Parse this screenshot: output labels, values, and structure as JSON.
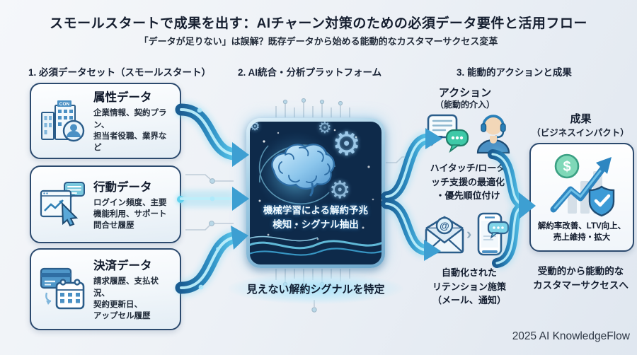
{
  "header": {
    "title": "スモールスタートで成果を出す：AIチャーン対策のための必須データ要件と活用フロー",
    "subtitle": "「データが足りない」は誤解？既存データから始める能動的なカスタマーサクセス変革"
  },
  "sections": {
    "s1": "1. 必須データセット（スモールスタート）",
    "s2": "2. AI統合・分析プラットフォーム",
    "s3": "3. 能動的アクションと成果"
  },
  "data_boxes": [
    {
      "title": "属性データ",
      "desc_lines": [
        "企業情報、契約プラン、",
        "担当者役職、業界など"
      ],
      "icon": "building-person-icon"
    },
    {
      "title": "行動データ",
      "desc_lines": [
        "ログイン頻度、主要",
        "機能利用、サポート",
        "問合せ履歴"
      ],
      "icon": "browser-cursor-chat-icon"
    },
    {
      "title": "決済データ",
      "desc_lines": [
        "請求履歴、支払状況、",
        "契約更新日、",
        "アップセル履歴"
      ],
      "icon": "creditcard-calendar-icon"
    }
  ],
  "platform": {
    "label_lines": [
      "機械学習による解約予兆",
      "検知・シグナル抽出"
    ],
    "badge": "見えない解約シグナルを特定"
  },
  "actions": {
    "title": "アクション",
    "subtitle": "（能動的介入）",
    "high_touch_lines": [
      "ハイタッチ/ロータ",
      "ッチ支援の最適化",
      "・優先順位付け"
    ],
    "automated_lines": [
      "自動化された",
      "リテンション施策",
      "（メール、通知）"
    ]
  },
  "results": {
    "title": "成果",
    "subtitle": "（ビジネスインパクト）",
    "box_lines": [
      "解約率改善、LTV向上、",
      "売上維持・拡大"
    ],
    "footer_lines": [
      "受動的から能動的な",
      "カスタマーサクセスへ"
    ]
  },
  "credit": "2025 AI KnowledgeFlow",
  "icons": {
    "building_sign": "CON",
    "dollar_glyph": "$",
    "at_glyph": "@",
    "gear_glyph": "⚙",
    "chevron_glyph": "›"
  },
  "colors": {
    "arrow_blue": "#2e8fc4",
    "arrow_light": "#7fdcf2",
    "platform_navy": "#0e2a4a",
    "box_border_navy": "#2c4a6e",
    "teal_bubble": "#3ec9a7",
    "coin_green": "#7fd8b8",
    "shield_blue": "#3d9bd6"
  }
}
